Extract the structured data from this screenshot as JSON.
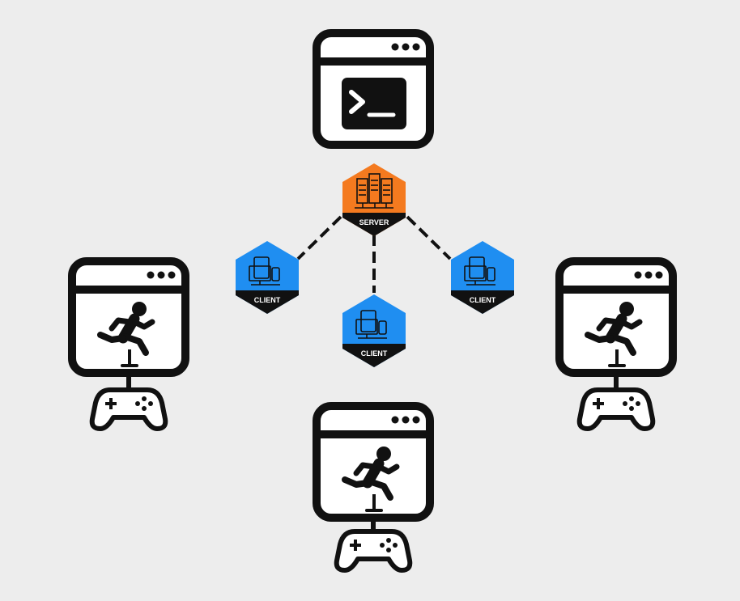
{
  "diagram": {
    "server": {
      "label": "SERVER",
      "color": "#f47a1f",
      "icon": "server-rack-icon"
    },
    "clients": [
      {
        "label": "CLIENT",
        "color": "#1f8ef1",
        "icon": "devices-icon"
      },
      {
        "label": "CLIENT",
        "color": "#1f8ef1",
        "icon": "devices-icon"
      },
      {
        "label": "CLIENT",
        "color": "#1f8ef1",
        "icon": "devices-icon"
      }
    ],
    "console_window": {
      "icon": "terminal-prompt-icon"
    },
    "game_windows": [
      {
        "icon": "hurdle-runner-icon",
        "controller_icon": "gamepad-icon"
      },
      {
        "icon": "hurdle-runner-icon",
        "controller_icon": "gamepad-icon"
      },
      {
        "icon": "hurdle-runner-icon",
        "controller_icon": "gamepad-icon"
      }
    ],
    "connections": [
      {
        "from": "server",
        "to": "client-left",
        "style": "dashed"
      },
      {
        "from": "server",
        "to": "client-center",
        "style": "dashed"
      },
      {
        "from": "server",
        "to": "client-right",
        "style": "dashed"
      }
    ],
    "ink_color": "#111111",
    "background_color": "#ededed"
  }
}
